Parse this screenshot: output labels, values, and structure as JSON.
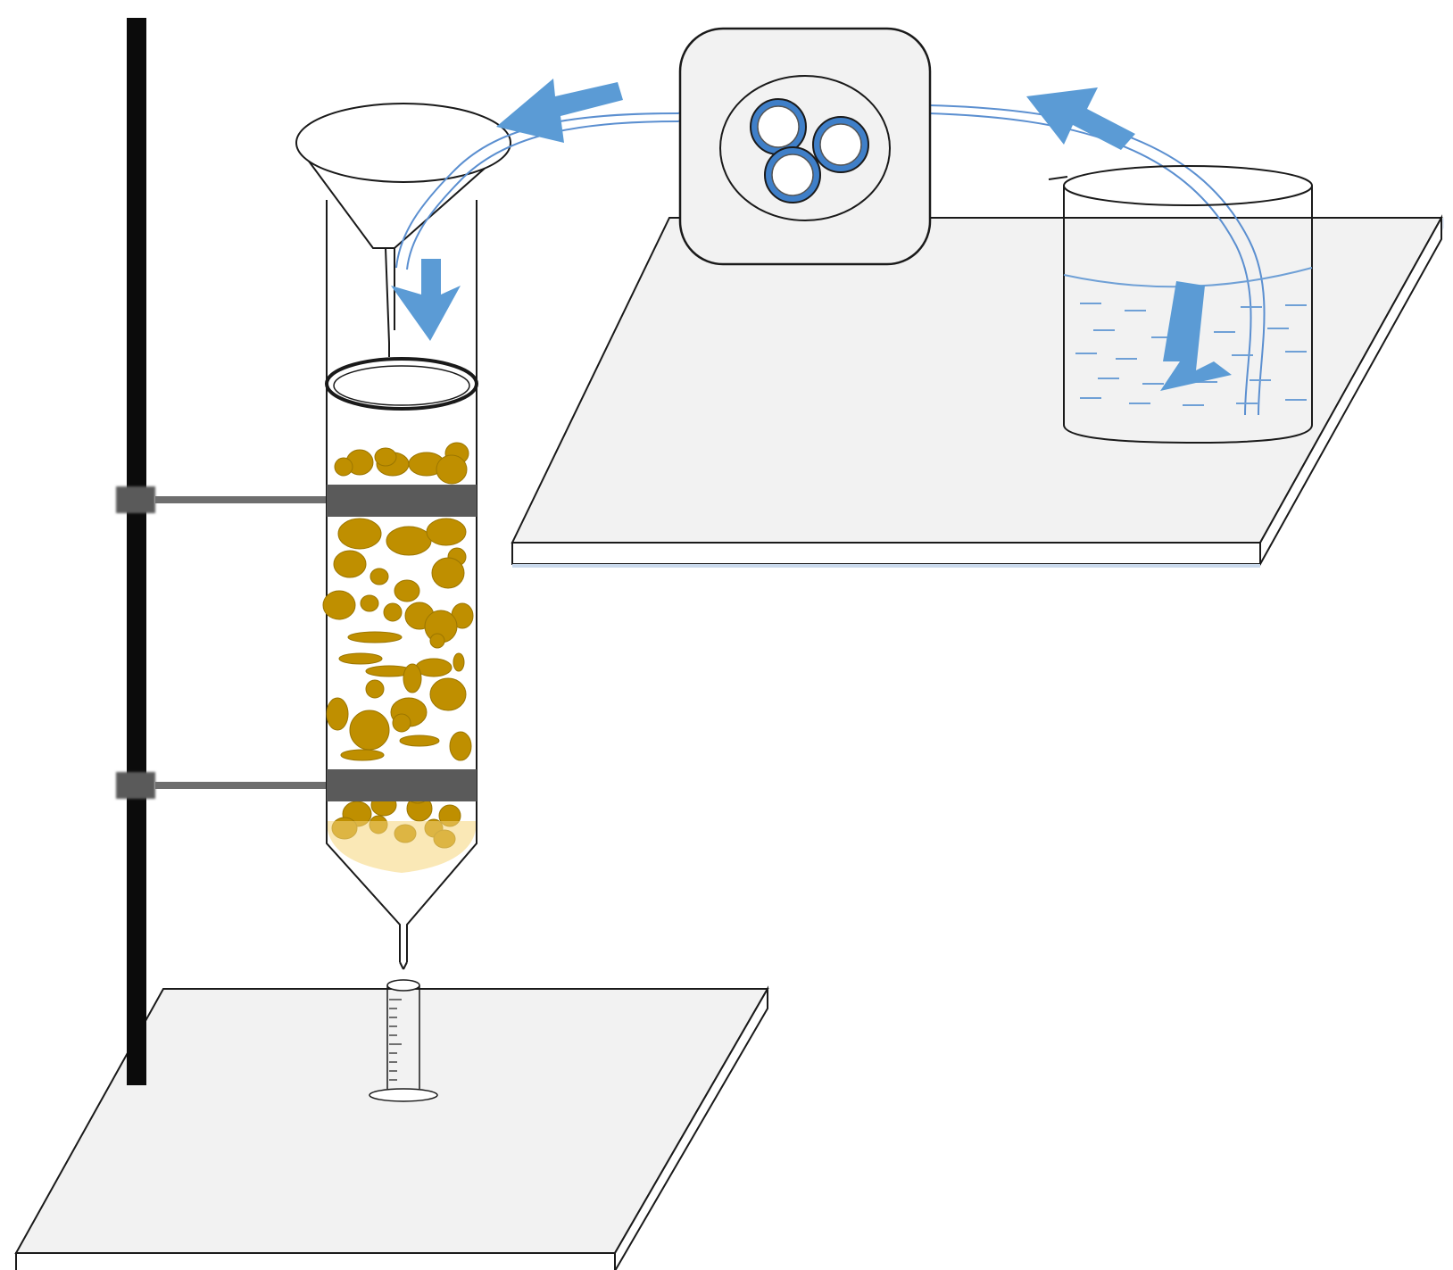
{
  "diagram": {
    "kind": "laboratory apparatus schematic",
    "text_labels": [],
    "components": [
      "retort-stand",
      "base-plate-left",
      "base-plate-right",
      "soil-column",
      "upper-clamp",
      "lower-clamp",
      "feed-funnel",
      "peristaltic-pump",
      "pump-rotor",
      "delivery-tube",
      "source-beaker",
      "water-level",
      "graduated-cylinder"
    ],
    "flow_arrows": [
      "beaker-to-pump-arrow",
      "pump-inlet-arrow",
      "pump-outlet-arrow",
      "funnel-drop-arrow"
    ],
    "pump_rollers": 3,
    "cylinder_graduations": 10
  },
  "colors": {
    "background": "#ffffff",
    "outline": "#1a1a1a",
    "plate": "#f2f2f2",
    "plate_edge_shadow": "#c9d9ec",
    "rod": "#0b0b0b",
    "clamp": "#5a5a5a",
    "clamp_arm": "#6e6e6e",
    "tube": "#5b8fd0",
    "arrow": "#5b9bd5",
    "water_line": "#6fa0d6",
    "soil": "#bf8f00",
    "soil_stroke": "#9c7600",
    "soil_light": "#f5d57a",
    "roller_ring": "#3f7fc8",
    "roller_inner": "#ffffff"
  }
}
